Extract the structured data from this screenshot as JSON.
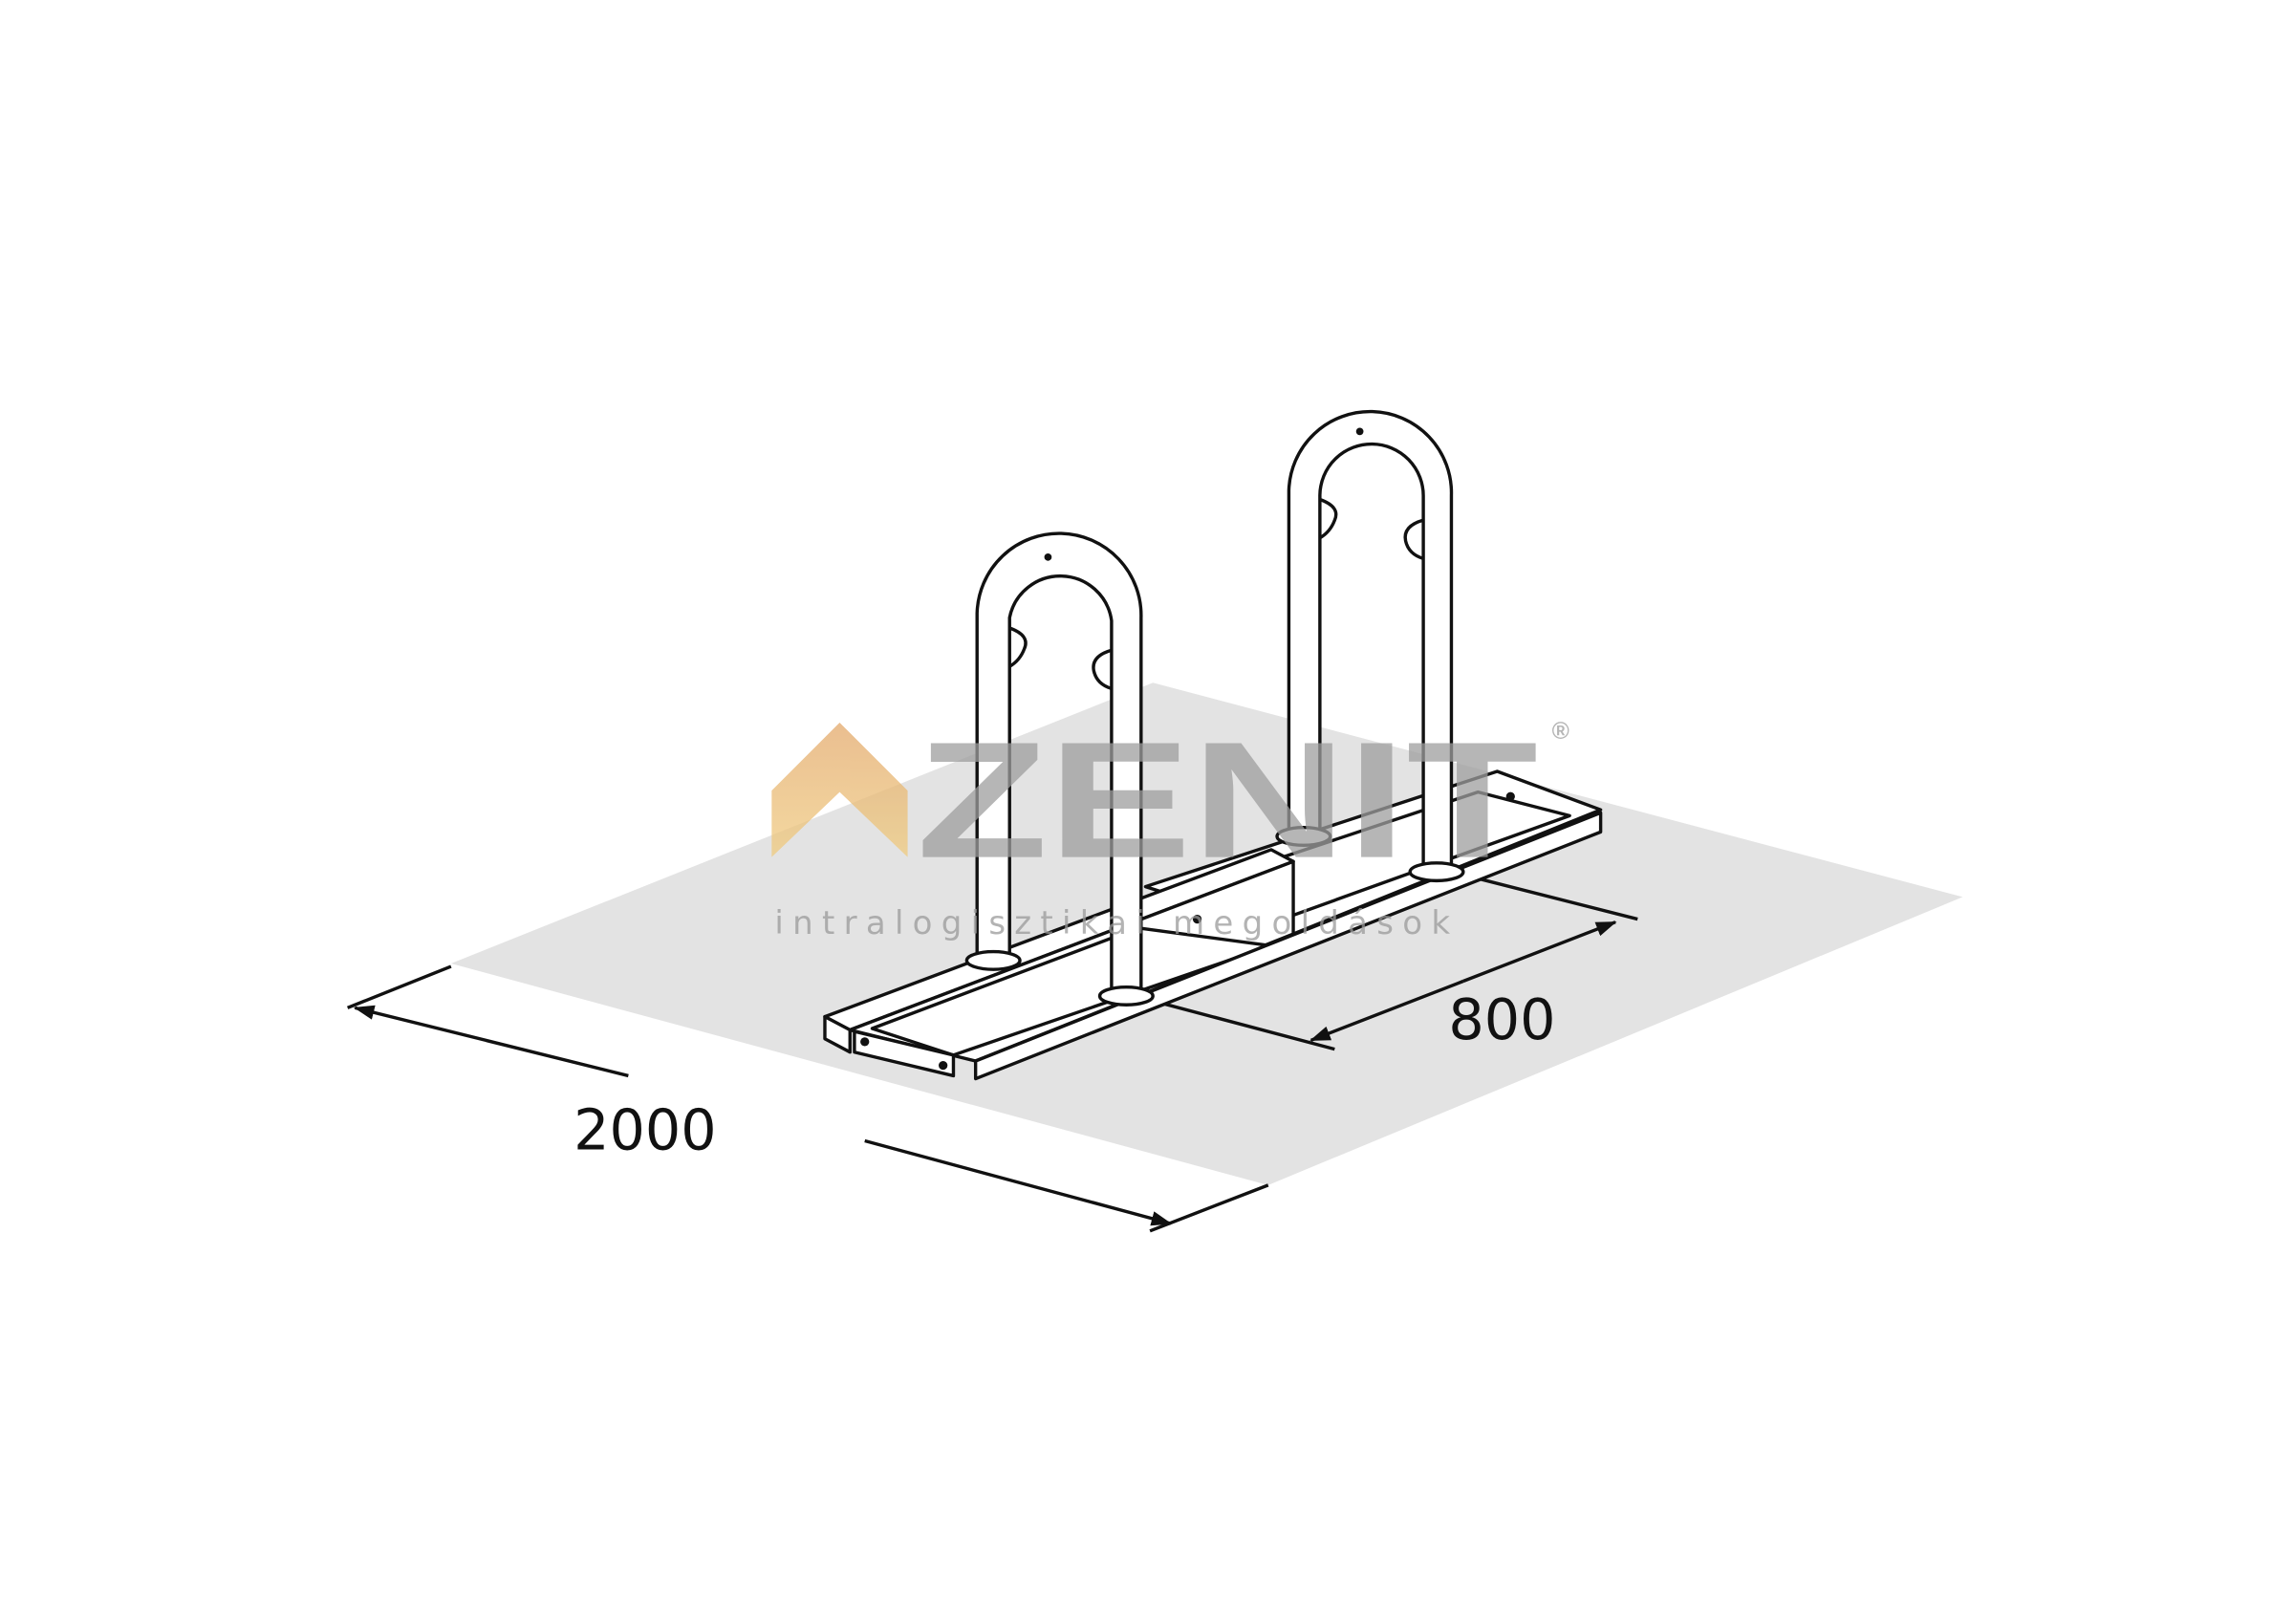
{
  "drawing": {
    "dimensions": {
      "length": "2000",
      "width": "800"
    },
    "watermark": {
      "brand": "ZENIT",
      "registered": "®",
      "tagline": "intralogisztikai megoldások",
      "colors": {
        "chevron": "#E8B06A",
        "letters": "#9E9E9E",
        "floor": "#E3E3E3"
      }
    }
  }
}
